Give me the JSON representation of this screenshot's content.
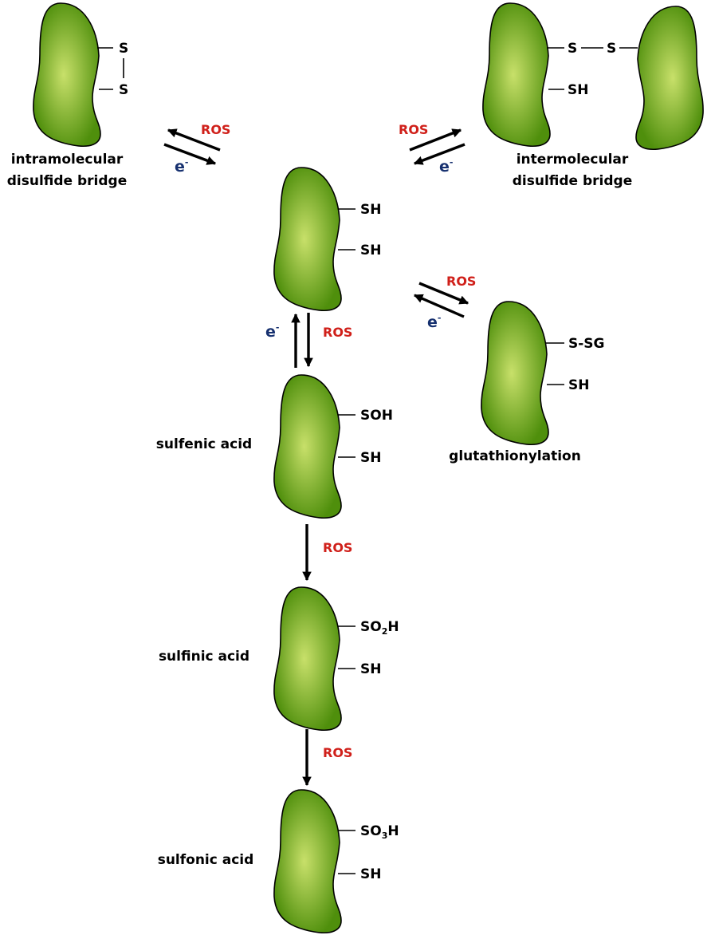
{
  "colors": {
    "protein_light": "#c8e06a",
    "protein_dark": "#4f8f0c",
    "ros": "#d0201a",
    "electron": "#16306f"
  },
  "labels": {
    "ros": "ROS",
    "electron_base": "e",
    "electron_sup": "-",
    "intramolecular": [
      "intramolecular",
      "disulfide bridge"
    ],
    "intermolecular": [
      "intermolecular",
      "disulfide bridge"
    ],
    "glutathionylation": "glutathionylation",
    "sulfenic": "sulfenic acid",
    "sulfinic": "sulfinic acid",
    "sulfonic": "sulfonic acid"
  },
  "groups": {
    "s": "S",
    "sh": "SH",
    "ssg": "S-SG",
    "soh": "SOH",
    "so": "SO",
    "h": "H",
    "two": "2",
    "three": "3"
  }
}
